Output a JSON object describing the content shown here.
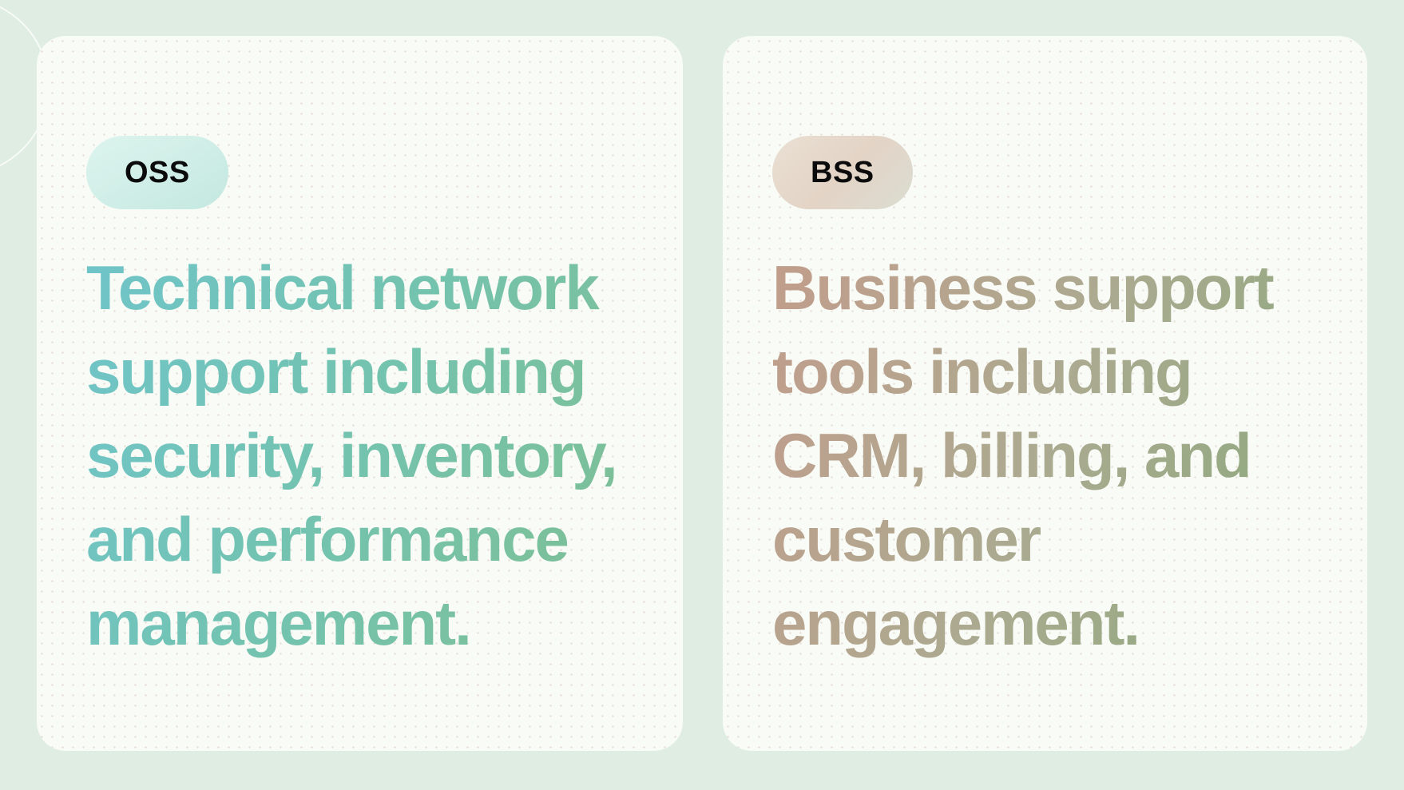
{
  "page": {
    "background_color": "#DFEDE3",
    "card_background_color": "#F9FBF6"
  },
  "cards": [
    {
      "id": "oss",
      "badge_label": "OSS",
      "title": "Technical network\nsupport including\nsecurity, inventory,\nand performance\nmanagement.",
      "badge_gradient": {
        "angle": "150deg",
        "stops": [
          "#DDF4EE",
          "#C3E8E0"
        ]
      },
      "title_gradient": {
        "angle": "112deg",
        "stops": [
          "#6FC4C9",
          "#74C3AE",
          "#7FBF92"
        ]
      }
    },
    {
      "id": "bss",
      "badge_label": "BSS",
      "title": "Business support\ntools including\nCRM, billing, and\ncustomer\nengagement.",
      "badge_gradient": {
        "angle": "135deg",
        "stops": [
          "#EAE0D4",
          "#E3D4C6",
          "#DBDCD1"
        ]
      },
      "title_gradient": {
        "angle": "112deg",
        "stops": [
          "#C29D8C",
          "#ABAA90",
          "#87A97B"
        ]
      }
    }
  ]
}
